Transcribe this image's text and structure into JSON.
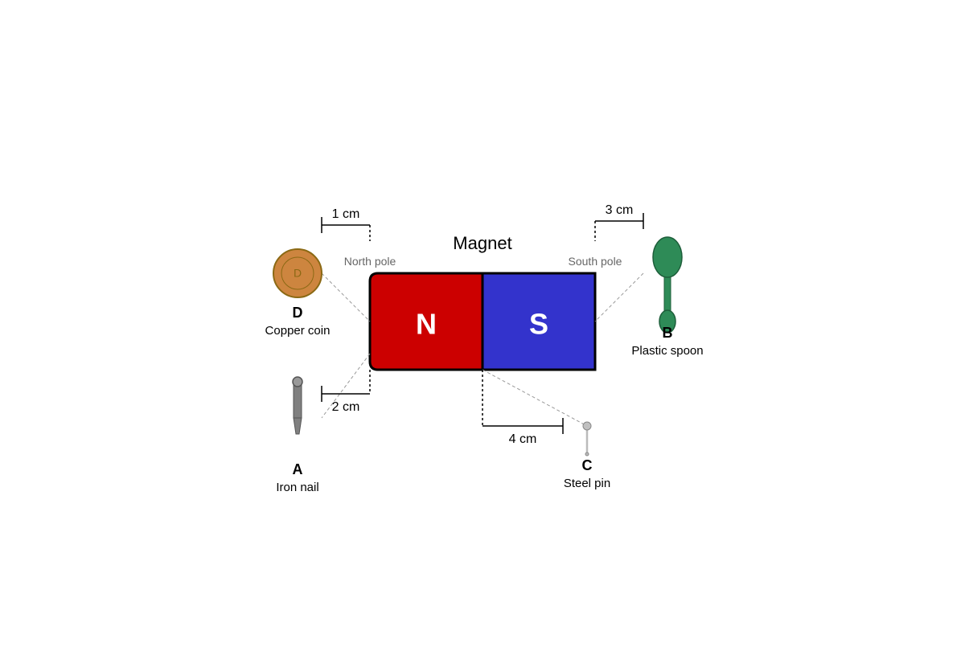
{
  "diagram": {
    "title": "Magnet",
    "magnet": {
      "north_label": "N",
      "south_label": "S",
      "north_pole_caption": "North pole",
      "south_pole_caption": "South pole",
      "north_color": "#cc0000",
      "south_color": "#3333cc"
    },
    "objects": [
      {
        "letter": "D",
        "name": "Copper coin",
        "icon": "coin-icon",
        "coin_mark": "D",
        "distance": "1 cm",
        "color": "#cd853f"
      },
      {
        "letter": "A",
        "name": "Iron nail",
        "icon": "nail-icon",
        "distance": "2 cm",
        "color": "#808080"
      },
      {
        "letter": "B",
        "name": "Plastic spoon",
        "icon": "spoon-icon",
        "distance": "3 cm",
        "color": "#2e8b57"
      },
      {
        "letter": "C",
        "name": "Steel pin",
        "icon": "pin-icon",
        "distance": "4 cm",
        "color": "#c0c0c0"
      }
    ]
  }
}
